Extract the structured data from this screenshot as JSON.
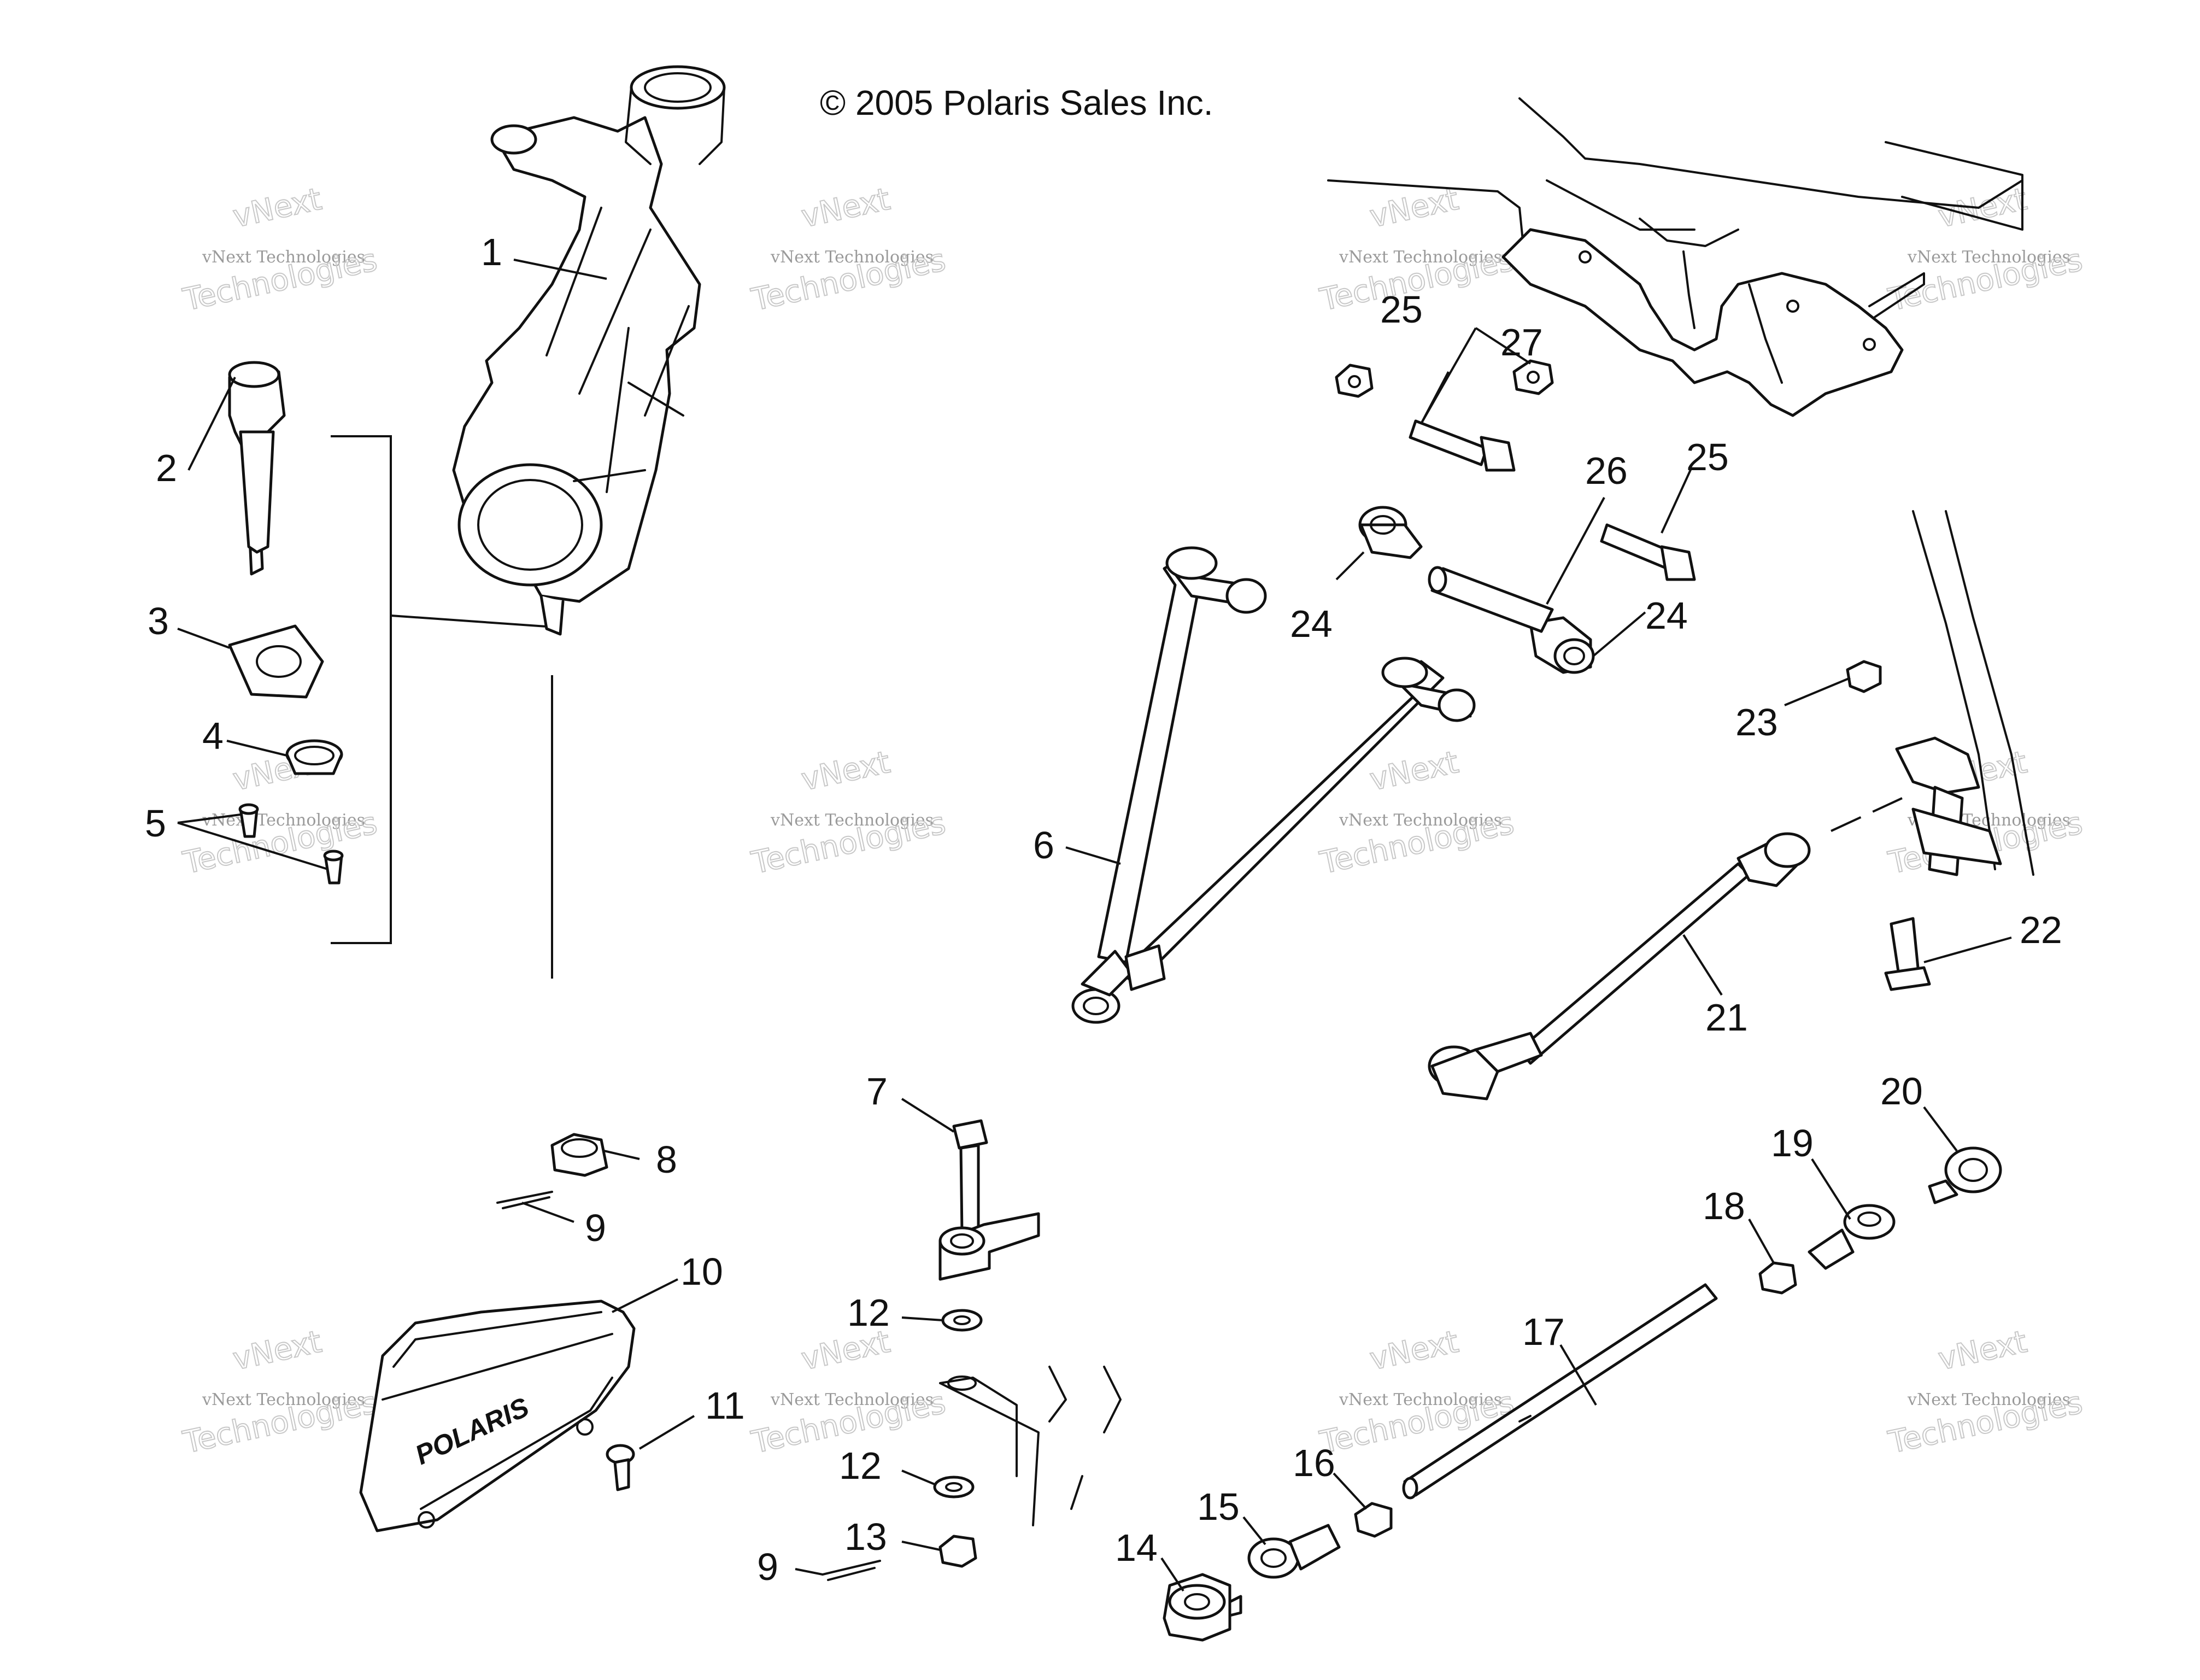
{
  "copyright": "© 2005 Polaris Sales Inc.",
  "watermark": {
    "line1": "vNext Technologies",
    "line2": "vNext",
    "line3": "Technologies"
  },
  "brand_logo": "POLARIS",
  "callouts": [
    "1",
    "2",
    "3",
    "4",
    "5",
    "6",
    "7",
    "8",
    "9",
    "10",
    "11",
    "12",
    "13",
    "14",
    "15",
    "16",
    "17",
    "18",
    "19",
    "20",
    "21",
    "22",
    "23",
    "24",
    "25",
    "26",
    "27"
  ],
  "callout_repeats": {
    "nine_lower": "9",
    "twelve_lower": "12",
    "twentyfour_right": "24",
    "twentyfive_right": "25"
  },
  "colors": {
    "line": "#111111",
    "watermark": "#9a9a9a",
    "background": "#ffffff"
  }
}
